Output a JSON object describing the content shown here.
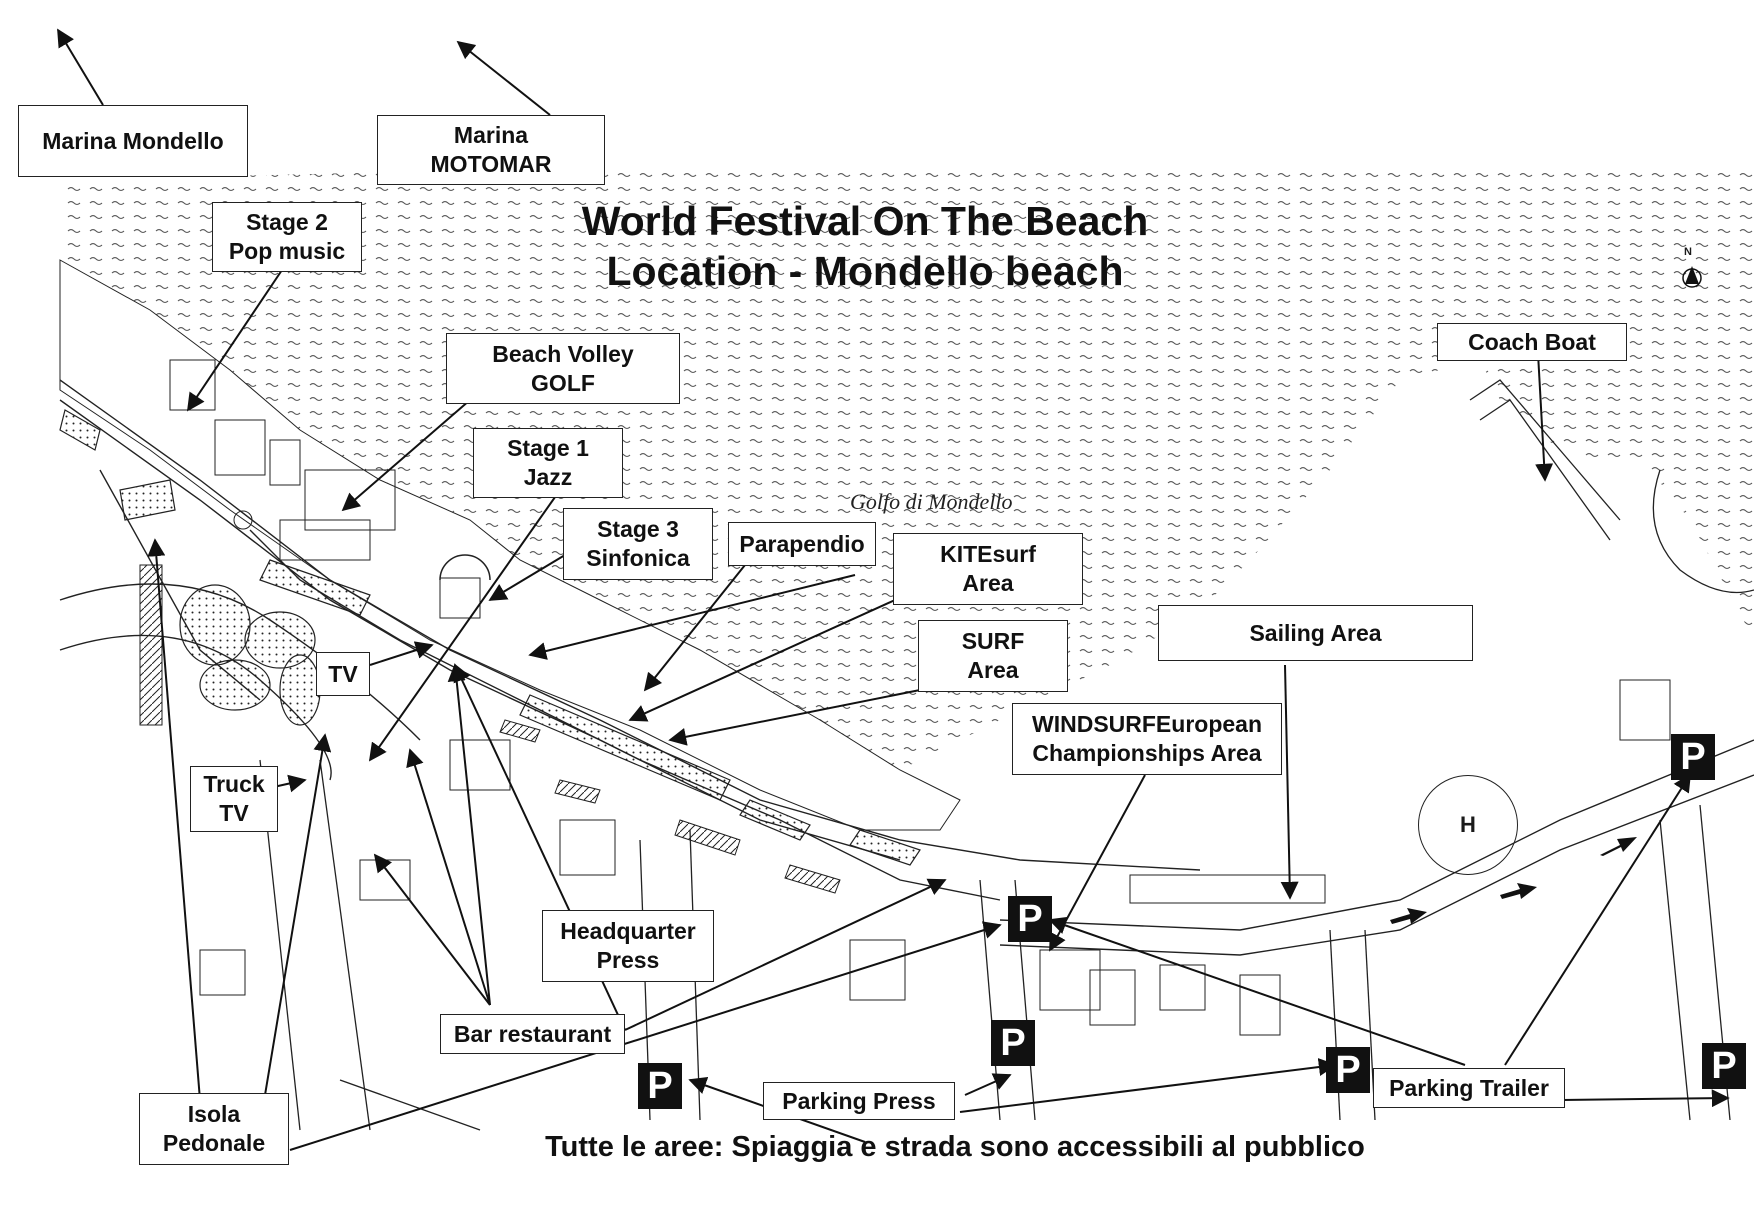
{
  "title": "World Festival On The Beach\nLocation - Mondello beach",
  "footer_note": "Tutte le aree: Spiaggia e strada sono accessibili al pubblico",
  "gulf_label": "Golfo di Mondello",
  "north_label": "N",
  "heliport_label": "H",
  "parking_symbol": "P",
  "labels": {
    "marina_mondello": "Marina Mondello",
    "marina_motomar": "Marina\nMOTOMAR",
    "stage2": "Stage 2\nPop music",
    "beach_volley": "Beach Volley\nGOLF",
    "stage1": "Stage 1\nJazz",
    "stage3": "Stage 3\nSinfonica",
    "parapendio": "Parapendio",
    "kitesurf": "KITEsurf\nArea",
    "coach_boat": "Coach Boat",
    "sailing": "Sailing Area",
    "surf": "SURF\nArea",
    "windsurf": "WINDSURFEuropean\nChampionships Area",
    "tv": "TV",
    "truck_tv": "Truck\nTV",
    "headquarter": "Headquarter\nPress",
    "bar": "Bar restaurant",
    "isola": "Isola\nPedonale",
    "parking_press": "Parking Press",
    "parking_trailer": "Parking Trailer"
  },
  "colors": {
    "ink": "#1a1a1a",
    "water_dash": "#555555",
    "paper": "#ffffff"
  }
}
